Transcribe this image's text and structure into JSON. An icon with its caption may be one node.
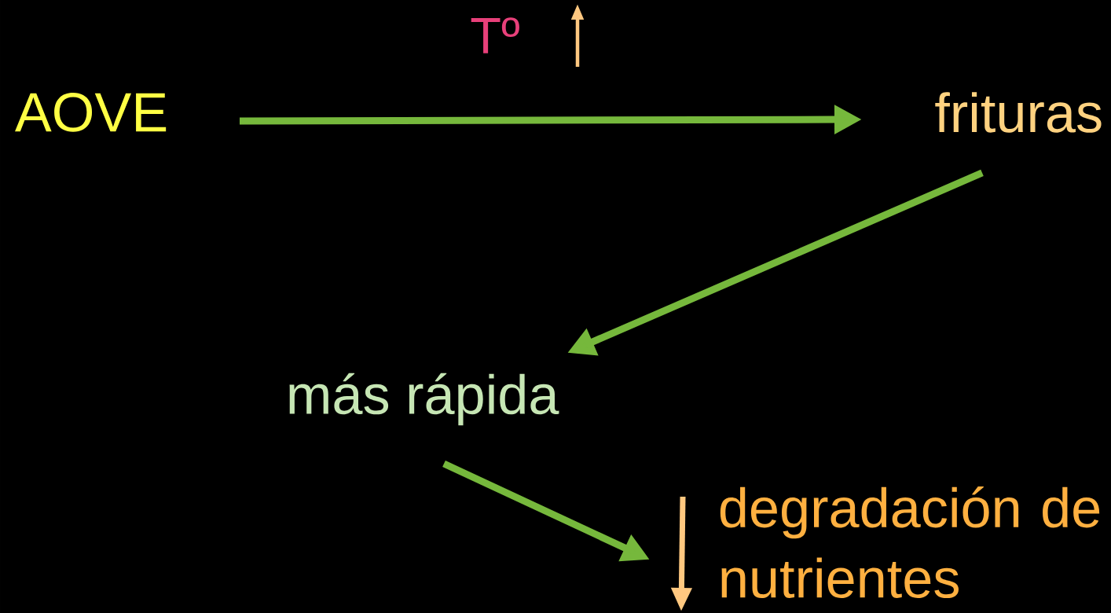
{
  "diagram": {
    "nodes": [
      {
        "text": [
          "AOVE"
        ]
      },
      {
        "text": [
          "frituras"
        ]
      },
      {
        "text": [
          "más rápida"
        ]
      },
      {
        "text": [
          "degradación de nutrientes"
        ]
      }
    ],
    "edges": [
      {
        "from": 0,
        "to": 1,
        "arrow": "to"
      },
      {
        "from": 1,
        "to": 2,
        "arrow": "to"
      },
      {
        "from": 2,
        "to": 3,
        "arrow": "to"
      }
    ],
    "labels": [
      "Tº"
    ]
  }
}
